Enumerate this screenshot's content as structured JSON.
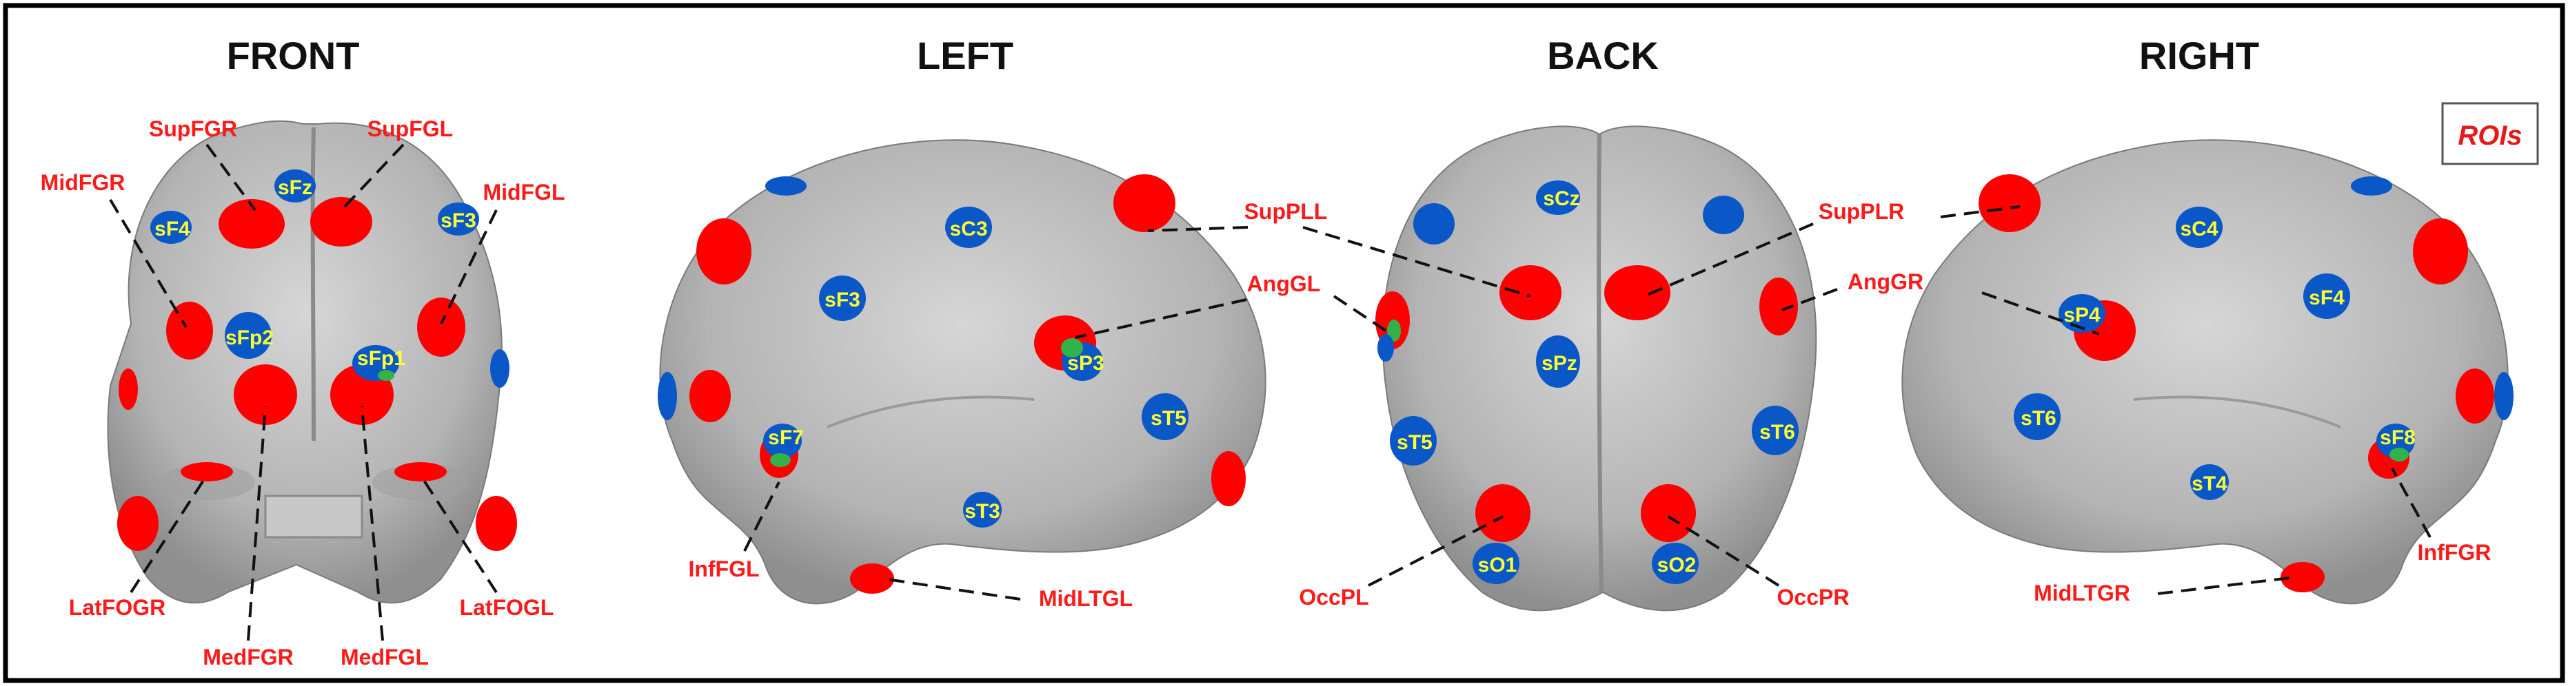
{
  "views": {
    "front": "FRONT",
    "left": "LEFT",
    "back": "BACK",
    "right": "RIGHT"
  },
  "legend": "ROIs",
  "colors": {
    "roi": "#ff0000",
    "channel": "#0a57c8",
    "channel_label": "#ffff33",
    "roi_label": "#ff1a1a",
    "brain_surface": "#b9b9b9",
    "overlap": "#32b34a"
  },
  "roi_labels": {
    "SupFGR": "SupFGR",
    "SupFGL": "SupFGL",
    "MidFGR": "MidFGR",
    "MidFGL": "MidFGL",
    "LatFOGR": "LatFOGR",
    "LatFOGL": "LatFOGL",
    "MedFGR": "MedFGR",
    "MedFGL": "MedFGL",
    "SupPLL": "SupPLL",
    "AngGL": "AngGL",
    "InfFGL": "InfFGL",
    "MidLTGL": "MidLTGL",
    "SupPLR": "SupPLR",
    "AngGR": "AngGR",
    "OccPL": "OccPL",
    "OccPR": "OccPR",
    "InfFGR": "InfFGR",
    "MidLTGR": "MidLTGR"
  },
  "channel_labels": {
    "sFz": "sFz",
    "sF4": "sF4",
    "sF3": "sF3",
    "sFp2": "sFp2",
    "sFp1": "sFp1",
    "sC3": "sC3",
    "sF3_left": "sF3",
    "sP3": "sP3",
    "sT5_left": "sT5",
    "sF7": "sF7",
    "sT3": "sT3",
    "sCz": "sCz",
    "sPz": "sPz",
    "sT5_back": "sT5",
    "sT6_back": "sT6",
    "sO1": "sO1",
    "sO2": "sO2",
    "sC4": "sC4",
    "sF4_right": "sF4",
    "sP4": "sP4",
    "sT6_right": "sT6",
    "sF8": "sF8",
    "sT4": "sT4"
  }
}
